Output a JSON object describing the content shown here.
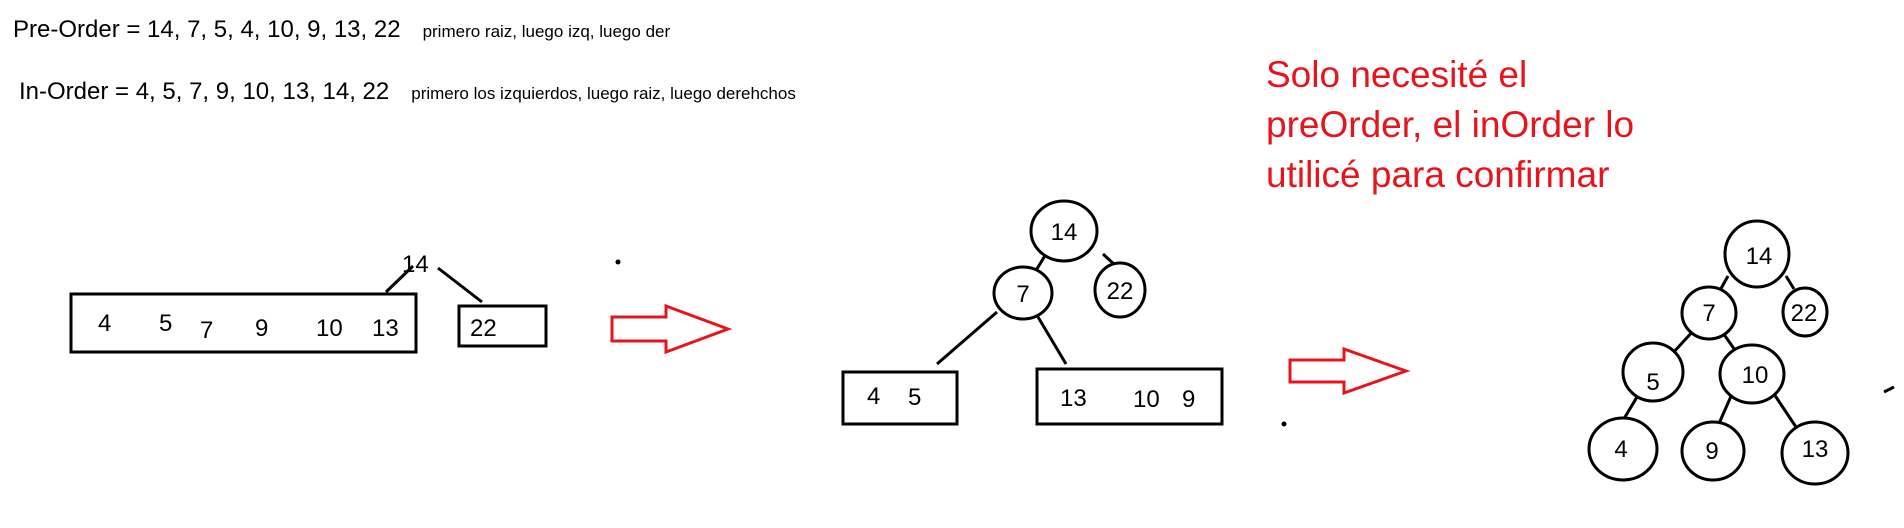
{
  "header": {
    "preorder_formula": "Pre-Order = 14, 7, 5, 4, 10, 9, 13, 22",
    "preorder_note": "primero raiz, luego izq, luego der",
    "inorder_formula": "In-Order = 4, 5, 7, 9, 10, 13, 14, 22",
    "inorder_note": "primero los izquierdos, luego raiz, luego derehchos"
  },
  "note": {
    "lines": [
      "Solo necesité el",
      "preOrder, el inOrder lo",
      "utilicé para confirmar"
    ],
    "color": "#e8141b"
  },
  "colors": {
    "ink": "#000000",
    "arrow": "#e8141b",
    "background": "#ffffff"
  },
  "step1": {
    "root": "14",
    "left_box": [
      "4",
      "5",
      "7",
      "9",
      "10",
      "13"
    ],
    "right_box": [
      "22"
    ]
  },
  "step2": {
    "nodes": {
      "root": "14",
      "left": "7",
      "right": "22"
    },
    "left_box": [
      "4",
      "5"
    ],
    "right_box": [
      "13",
      "10",
      "9"
    ]
  },
  "step3": {
    "nodes": {
      "root": "14",
      "n7": "7",
      "n22": "22",
      "n5": "5",
      "n10": "10",
      "n4": "4",
      "n9": "9",
      "n13": "13"
    }
  }
}
